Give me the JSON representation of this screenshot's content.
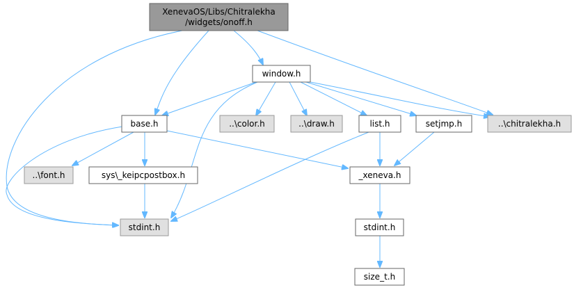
{
  "colors": {
    "root_fill": "#999999",
    "external_fill": "#e0e0e0",
    "local_fill": "#ffffff",
    "node_border_dark": "#666666",
    "node_border_light": "#999999",
    "edge": "#63b8ff"
  },
  "nodes": [
    {
      "id": "root",
      "lines": [
        "XenevaOS/Libs/Chitralekha",
        "/widgets/onoff.h"
      ],
      "kind": "root"
    },
    {
      "id": "window",
      "lines": [
        "window.h"
      ],
      "kind": "local"
    },
    {
      "id": "base",
      "lines": [
        "base.h"
      ],
      "kind": "local"
    },
    {
      "id": "color",
      "lines": [
        "..\\color.h"
      ],
      "kind": "external"
    },
    {
      "id": "draw",
      "lines": [
        "..\\draw.h"
      ],
      "kind": "external"
    },
    {
      "id": "list",
      "lines": [
        "list.h"
      ],
      "kind": "local"
    },
    {
      "id": "setjmp",
      "lines": [
        "setjmp.h"
      ],
      "kind": "local"
    },
    {
      "id": "chitralekha",
      "lines": [
        "..\\chitralekha.h"
      ],
      "kind": "external"
    },
    {
      "id": "font",
      "lines": [
        "..\\font.h"
      ],
      "kind": "external"
    },
    {
      "id": "postbox",
      "lines": [
        "sys\\_keipcpostbox.h"
      ],
      "kind": "local"
    },
    {
      "id": "xeneva",
      "lines": [
        "_xeneva.h"
      ],
      "kind": "local"
    },
    {
      "id": "stdint1",
      "lines": [
        "stdint.h"
      ],
      "kind": "external"
    },
    {
      "id": "stdint2",
      "lines": [
        "stdint.h"
      ],
      "kind": "local"
    },
    {
      "id": "sizet",
      "lines": [
        "size_t.h"
      ],
      "kind": "local"
    }
  ],
  "edges": [
    [
      "root",
      "window"
    ],
    [
      "root",
      "base"
    ],
    [
      "root",
      "chitralekha"
    ],
    [
      "root",
      "stdint1"
    ],
    [
      "window",
      "base"
    ],
    [
      "window",
      "stdint1"
    ],
    [
      "window",
      "color"
    ],
    [
      "window",
      "draw"
    ],
    [
      "window",
      "list"
    ],
    [
      "window",
      "setjmp"
    ],
    [
      "window",
      "chitralekha"
    ],
    [
      "base",
      "stdint1"
    ],
    [
      "base",
      "font"
    ],
    [
      "base",
      "postbox"
    ],
    [
      "base",
      "xeneva"
    ],
    [
      "postbox",
      "stdint1"
    ],
    [
      "list",
      "stdint1"
    ],
    [
      "list",
      "xeneva"
    ],
    [
      "setjmp",
      "xeneva"
    ],
    [
      "xeneva",
      "stdint2"
    ],
    [
      "stdint2",
      "sizet"
    ]
  ]
}
